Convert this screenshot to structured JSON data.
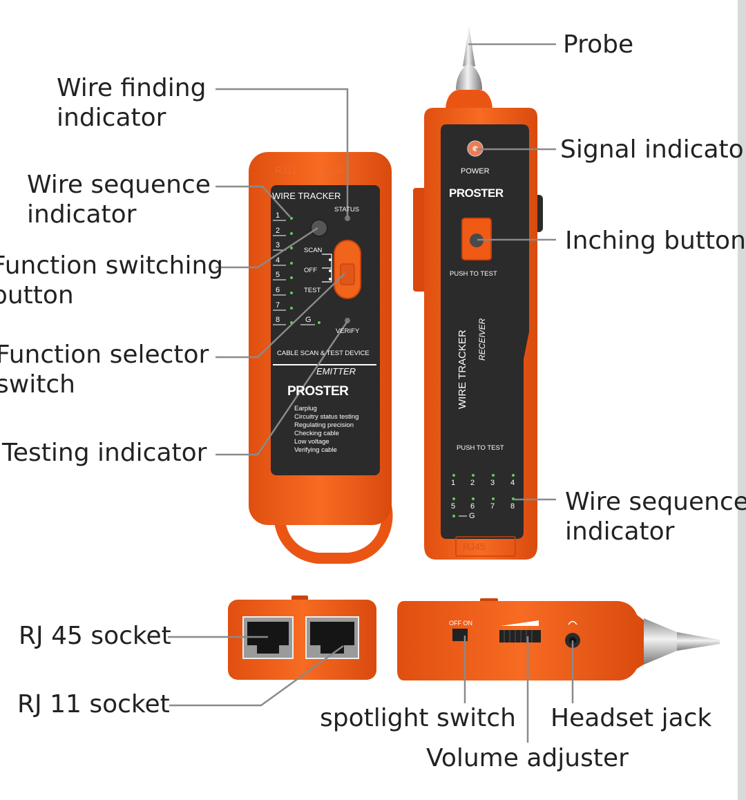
{
  "callouts": {
    "probe": "Probe",
    "signal_indicator": "Signal indicator",
    "inching_button": "Inching button",
    "wire_sequence_right_1": "Wire sequence",
    "wire_sequence_right_2": "indicator",
    "wire_finding_1": "Wire finding",
    "wire_finding_2": "indicator",
    "wire_sequence_left_1": "Wire sequence",
    "wire_sequence_left_2": "indicator",
    "function_switching_1": "Function switching",
    "function_switching_2": "button",
    "function_selector_1": "Function selector",
    "function_selector_2": "switch",
    "testing_indicator": "Testing indicator",
    "rj45_socket": "RJ 45 socket",
    "rj11_socket": "RJ 11 socket",
    "spotlight_switch": "spotlight switch",
    "headset_jack": "Headset jack",
    "volume_adjuster": "Volume adjuster"
  },
  "emitter": {
    "top_ports": [
      "RJ11",
      "RJ45"
    ],
    "title": "WIRE TRACKER",
    "status": "STATUS",
    "numbers": [
      "1",
      "2",
      "3",
      "4",
      "5",
      "6",
      "7",
      "8"
    ],
    "ground": "G",
    "modes": [
      "SCAN",
      "OFF",
      "TEST"
    ],
    "verify": "VERIFY",
    "caption": "CABLE SCAN & TEST DEVICE",
    "model": "EMITTER",
    "brand": "PROSTER",
    "features": [
      "Earplug",
      "Circuitry status testing",
      "Regulating precision",
      "Checking cable",
      "Low voltage",
      "Verifying cable"
    ]
  },
  "receiver": {
    "power": "POWER",
    "brand": "PROSTER",
    "push_to_test_1": "PUSH TO TEST",
    "vertical_title": "WIRE TRACKER",
    "vertical_model": "RECEIVER",
    "push_to_test_2": "PUSH TO TEST",
    "numbers": [
      "1",
      "2",
      "3",
      "4",
      "5",
      "6",
      "7",
      "8"
    ],
    "ground": "G",
    "port": "RJ45"
  },
  "side_view": {
    "off_on": "OFF  ON"
  },
  "colors": {
    "orange": "#f05a14",
    "dark_orange": "#c9430c",
    "panel": "#2b2b2b",
    "led_green": "#5bd15b",
    "leader": "#8a8a8a"
  }
}
